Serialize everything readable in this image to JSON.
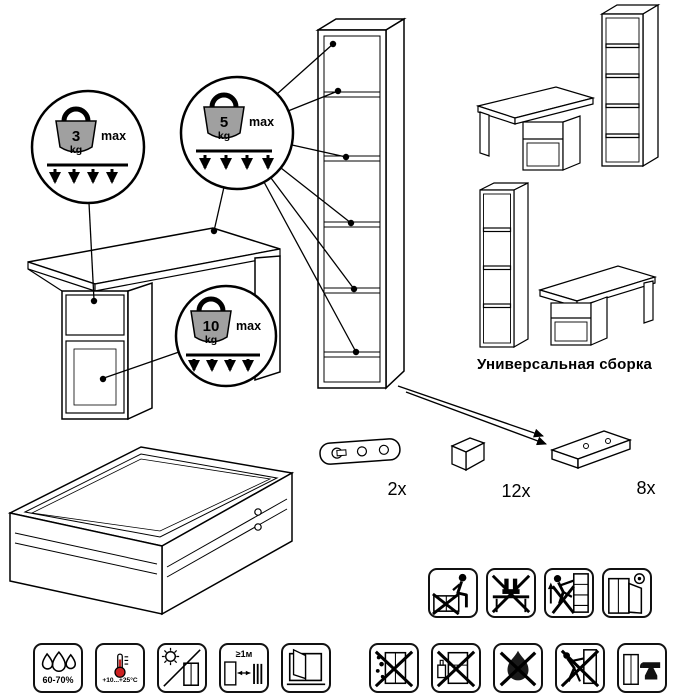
{
  "weight_limits": {
    "w3": {
      "value": "3",
      "unit": "kg",
      "max_label": "max"
    },
    "w5": {
      "value": "5",
      "unit": "kg",
      "max_label": "max"
    },
    "w10": {
      "value": "10",
      "unit": "kg",
      "max_label": "max"
    }
  },
  "universal_assembly": {
    "label": "Универсальная сборка"
  },
  "hardware": {
    "flat_plate": {
      "count": "2x"
    },
    "shelf_support": {
      "count": "12x"
    },
    "corner_bracket": {
      "count": "8x"
    }
  },
  "climate": {
    "humidity": "60-70%",
    "temperature": "+10...+25°С",
    "min_distance": "≥1м"
  },
  "icon_meanings": {
    "row1": [
      "no-sitting-on-furniture",
      "no-standing-on-surfaces",
      "no-climbing",
      "door-safety"
    ],
    "row2": [
      "humidity-60-70",
      "temperature-range",
      "avoid-direct-sunlight",
      "min-1m-from-heaters",
      "ventilate-room",
      "no-moisture",
      "no-solvents",
      "no-open-flame",
      "no-dragging",
      "no-impacts"
    ]
  }
}
